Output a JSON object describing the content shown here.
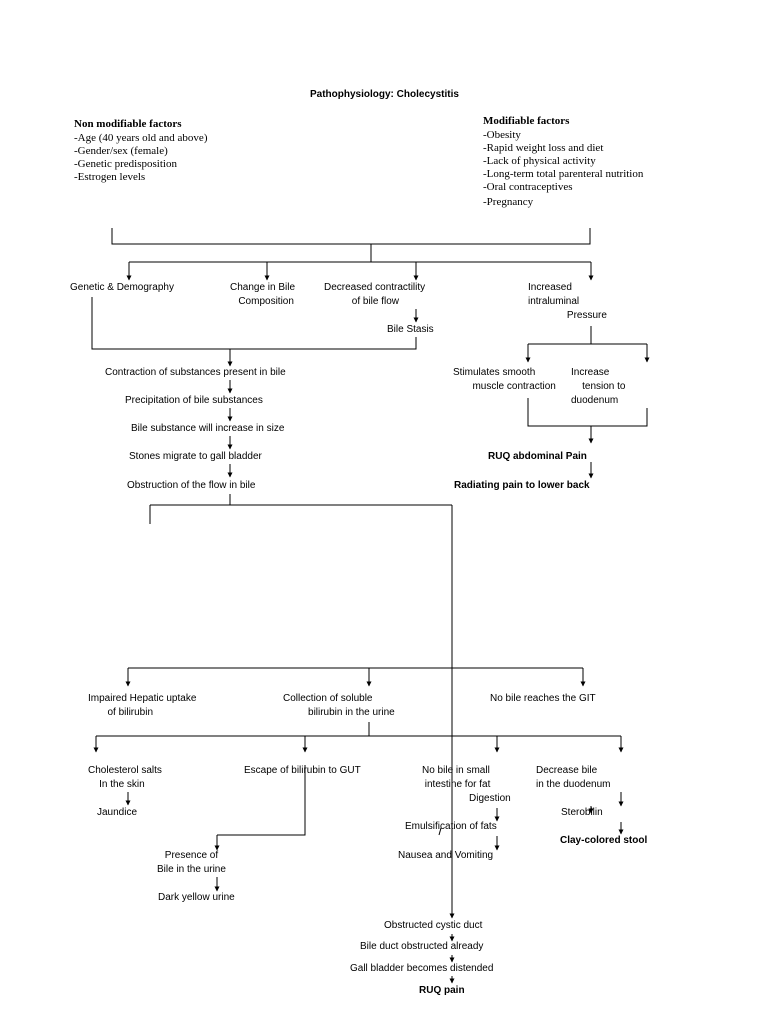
{
  "title": "Pathophysiology: Cholecystitis",
  "non_modifiable": {
    "heading": "Non modifiable factors",
    "items": [
      "-Age (40 years old and above)",
      "-Gender/sex (female)",
      "-Genetic predisposition",
      "-Estrogen levels"
    ]
  },
  "modifiable": {
    "heading": "Modifiable factors",
    "items": [
      "-Obesity",
      "-Rapid weight loss and diet",
      "-Lack of physical activity",
      "-Long-term total parenteral nutrition",
      "-Oral contraceptives",
      "-Pregnancy"
    ]
  },
  "nodes": {
    "genetic": "Genetic & Demography",
    "bile_comp": "Change in Bile\n   Composition",
    "contractility": "Decreased contractility\n          of bile flow",
    "bile_stasis": "Bile Stasis",
    "intraluminal": "Increased\nintraluminal\n              Pressure",
    "stim_smooth": "Stimulates smooth\n       muscle contraction",
    "increase_tension": "Increase\n    tension to\nduodenum",
    "ruq_abdominal": "RUQ abdominal Pain",
    "radiating": "Radiating pain to lower back",
    "contraction": "Contraction of substances present in bile",
    "precipitation": "Precipitation of bile substances",
    "increase_size": "Bile substance will increase in size",
    "stones": "Stones migrate to gall bladder",
    "obstruction": "Obstruction of the flow in bile",
    "impaired": "Impaired Hepatic uptake\n       of bilirubin",
    "collection": "Collection of soluble\n         bilirubin in the urine",
    "no_bile_git": "No bile reaches the GIT",
    "cholesterol": "Cholesterol salts\n    In the skin",
    "jaundice": "Jaundice",
    "escape": "Escape of bilirubin to GUT",
    "no_bile_small": "No bile in small\n intestine for fat",
    "digestion": "Digestion",
    "emulsification": "Emulsification of fats",
    "nausea": "Nausea and Vomiting",
    "decrease_bile": "Decrease bile\nin the duodenum",
    "sterobilin": "Sterobilin",
    "clay": "Clay-colored stool",
    "presence": "Presence of\nBile in the urine",
    "dark_yellow": "Dark yellow urine",
    "obstructed_cystic": "Obstructed cystic duct",
    "bile_duct": "Bile duct obstructed already",
    "gall_distended": "Gall bladder becomes distended",
    "ruq_pain": "RUQ pain"
  }
}
